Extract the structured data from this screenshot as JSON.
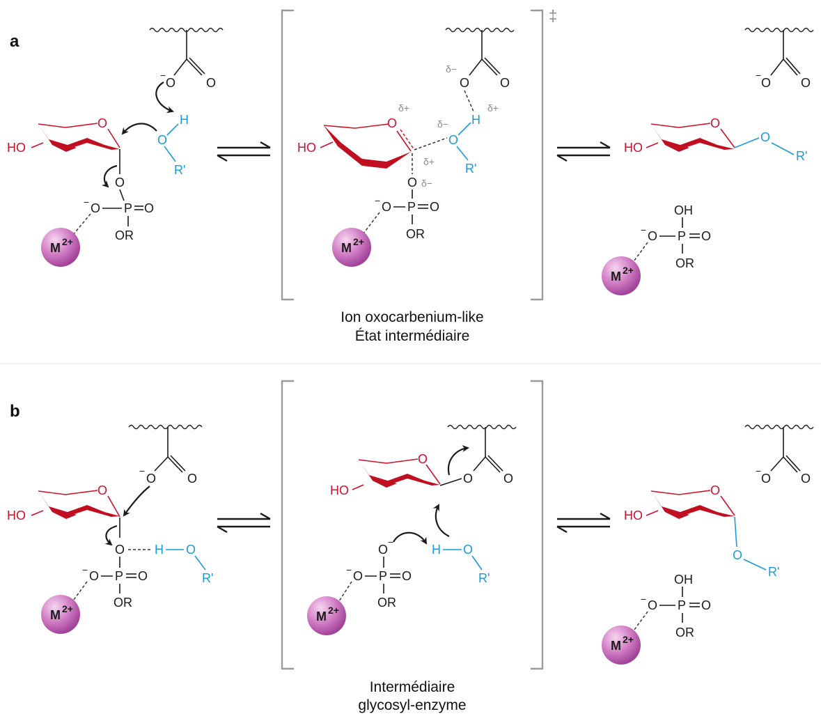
{
  "panels": {
    "a": {
      "label": "a",
      "caption_line1": "Ion oxocarbenium-like",
      "caption_line2": "État intermédiaire",
      "ts_symbol": "‡"
    },
    "b": {
      "label": "b",
      "caption_line1": "Intermédiaire",
      "caption_line2": "glycosyl-enzyme"
    }
  },
  "labels": {
    "HO": "HO",
    "O": "O",
    "H": "H",
    "R_prime": "R'",
    "P": "P",
    "OR": "OR",
    "OH": "OH",
    "minus": "−",
    "metal_M": "M",
    "metal_charge": "2+",
    "delta_plus": "δ+",
    "delta_minus": "δ−"
  },
  "colors": {
    "sugar": "#d0102a",
    "nucleophile": "#1a9ad8",
    "bracket": "#9a9a9a",
    "metal": "#c763b8",
    "text": "#1a1a1a"
  }
}
